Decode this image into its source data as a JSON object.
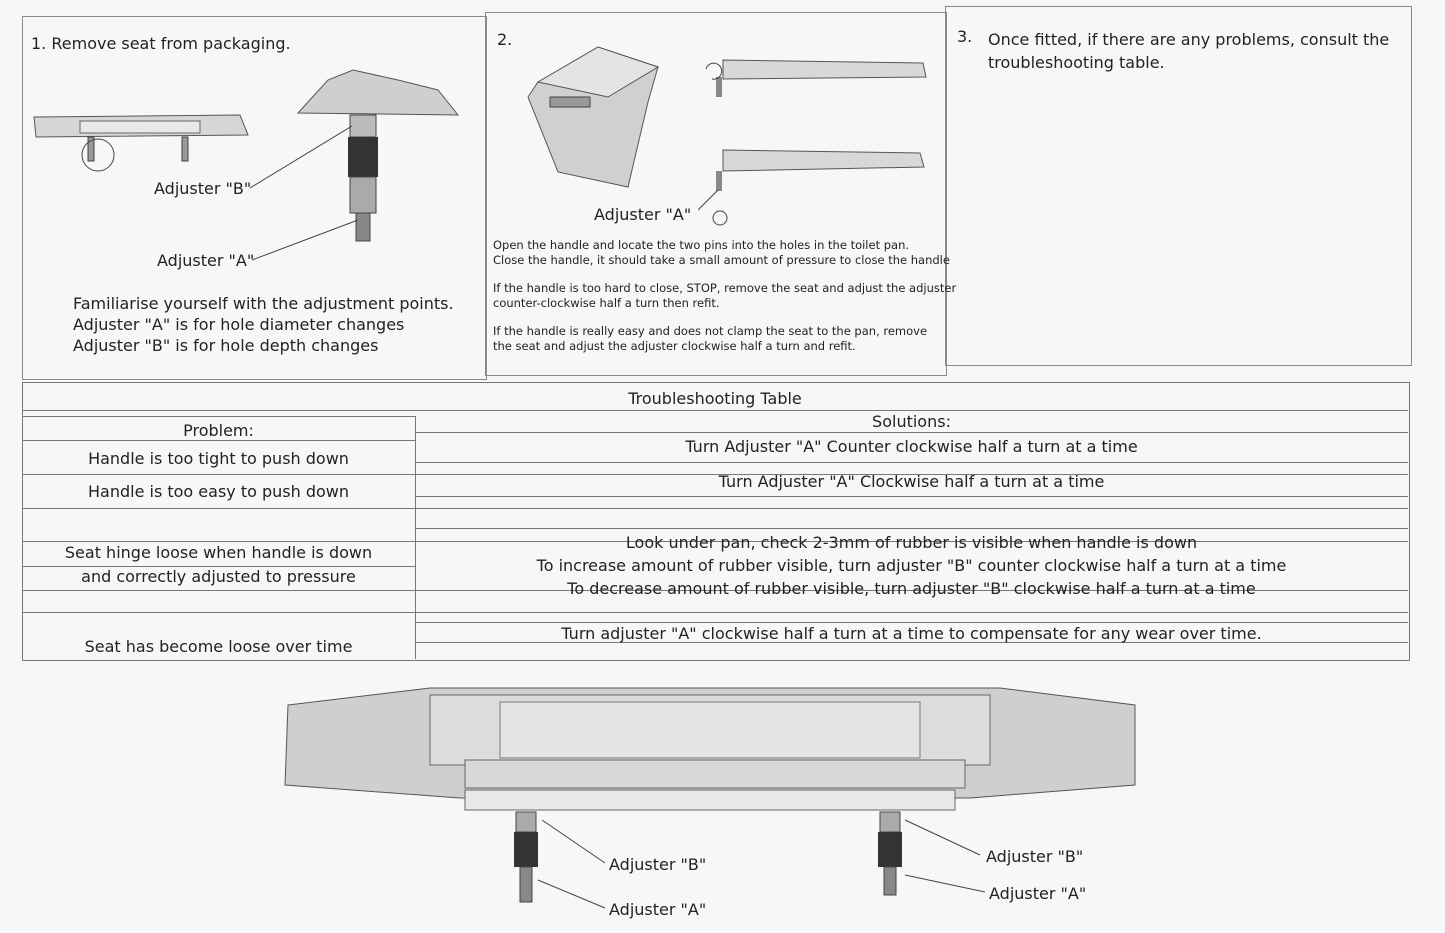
{
  "steps": [
    {
      "number": "1.",
      "text": "Remove seat from packaging.",
      "labels": {
        "adjuster_b": "Adjuster \"B\"",
        "adjuster_a": "Adjuster \"A\""
      },
      "notes": [
        "Familiarise yourself with the adjustment points.",
        "Adjuster \"A\" is for hole diameter changes",
        "Adjuster \"B\" is for hole depth changes"
      ]
    },
    {
      "number": "2.",
      "labels": {
        "adjuster_a": "Adjuster \"A\""
      },
      "paragraphs": [
        [
          "Open the handle and locate the two pins into the holes in the toilet pan.",
          "Close the handle, it should take a small amount of pressure to close the handle"
        ],
        [
          "If the handle is too hard to close, STOP, remove the seat and adjust the adjuster",
          "counter-clockwise half a turn then refit."
        ],
        [
          "If the handle is really easy and does not clamp the seat to the pan, remove",
          "the seat and adjust the adjuster clockwise half a turn and refit."
        ]
      ]
    },
    {
      "number": "3.",
      "lines": [
        "Once fitted, if there are any problems, consult the",
        "troubleshooting table."
      ]
    }
  ],
  "table": {
    "title": "Troubleshooting Table",
    "headers": {
      "problem": "Problem:",
      "solutions": "Solutions:"
    },
    "rows": [
      {
        "problem": [
          "Handle is too tight to push down"
        ],
        "solutions": [
          "Turn Adjuster \"A\" Counter clockwise half a turn at a time"
        ]
      },
      {
        "problem": [
          "Handle is too easy to push down"
        ],
        "solutions": [
          "Turn Adjuster \"A\" Clockwise half a turn at a time"
        ]
      },
      {
        "problem": [
          "Seat hinge loose when handle is down",
          "and correctly adjusted to pressure"
        ],
        "solutions": [
          "Look under pan, check 2-3mm of rubber is visible when handle is down",
          "To increase amount of rubber visible, turn adjuster \"B\" counter clockwise half a turn at a time",
          "To decrease amount of rubber visible, turn adjuster \"B\" clockwise half a turn at a time"
        ]
      },
      {
        "problem": [
          "Seat has become loose over time"
        ],
        "solutions": [
          "Turn adjuster \"A\" clockwise half a turn at a time to compensate for any wear over time."
        ]
      }
    ]
  },
  "bottom_labels": {
    "left_b": "Adjuster \"B\"",
    "left_a": "Adjuster \"A\"",
    "right_b": "Adjuster \"B\"",
    "right_a": "Adjuster \"A\""
  }
}
